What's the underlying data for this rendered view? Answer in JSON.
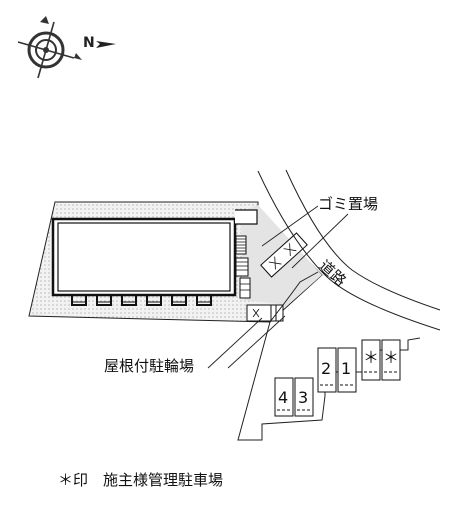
{
  "compass": {
    "north_label": "N",
    "icon": "compass-rose-icon"
  },
  "labels": {
    "garbage": "ゴミ置場",
    "road": "道路",
    "bike_parking": "屋根付駐輪場",
    "legend": "＊印　施主様管理駐車場"
  },
  "parking_stalls": [
    "4",
    "3",
    "2",
    "1",
    "＊",
    "＊"
  ],
  "colors": {
    "lot_fill": "#ececec",
    "line": "#222222",
    "background": "#ffffff"
  }
}
